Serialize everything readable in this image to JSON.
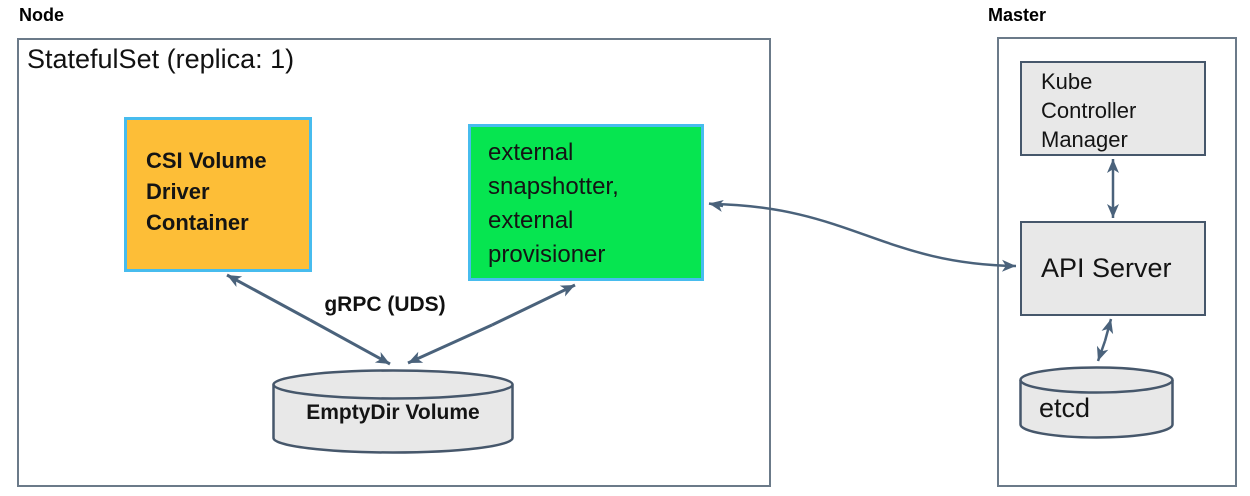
{
  "node": {
    "label": "Node",
    "statefulset_title": "StatefulSet (replica: 1)",
    "csi_box_label": "CSI Volume\nDriver\nContainer",
    "sidecar_box_label": "external\nsnapshotter,\nexternal\nprovisioner",
    "grpc_label": "gRPC (UDS)",
    "emptydir_label": "EmptyDir Volume"
  },
  "master": {
    "label": "Master",
    "kcm_label": "Kube\nController\nManager",
    "api_server_label": "API Server",
    "etcd_label": "etcd"
  },
  "colors": {
    "csi_box_fill": "#fdbe37",
    "sidecar_box_fill": "#06e550",
    "pod_box_border": "#47bcee",
    "gray_box_fill": "#e8e8e8",
    "gray_box_border": "#46576b",
    "outer_box_border": "#6b7a89",
    "arrow": "#4a627b"
  }
}
